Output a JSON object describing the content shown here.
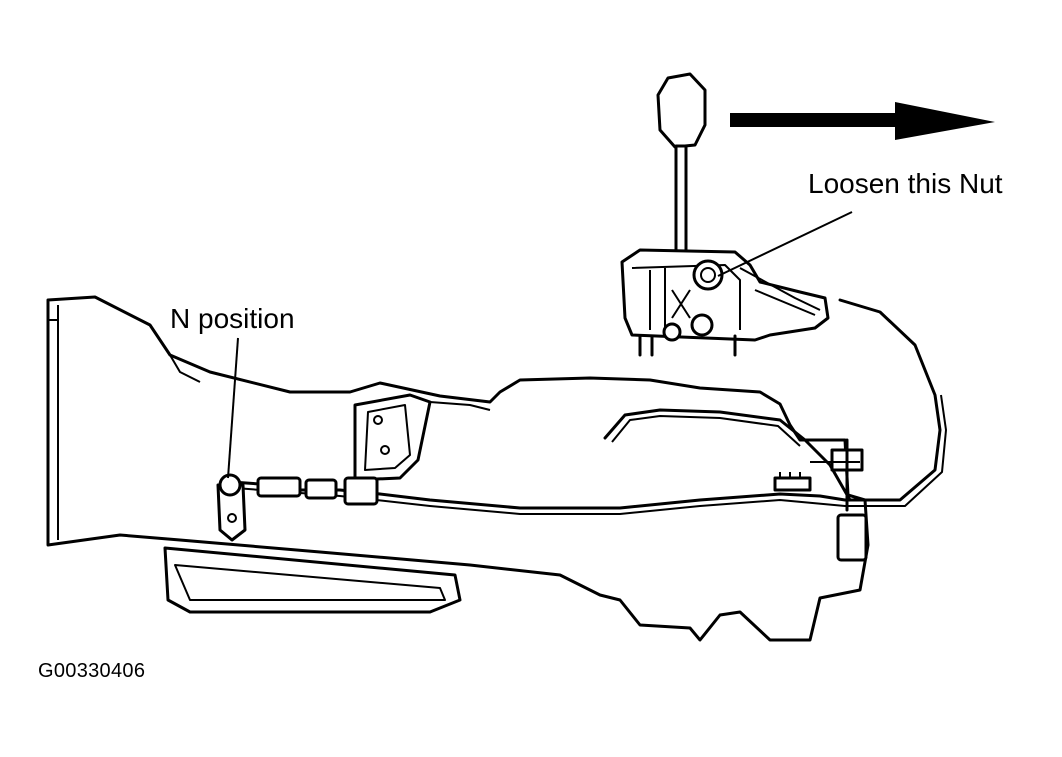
{
  "labels": {
    "loosen_nut": "Loosen this Nut",
    "n_position": "N position",
    "figure_code": "G00330406"
  },
  "colors": {
    "line": "#000000",
    "background": "#ffffff"
  }
}
